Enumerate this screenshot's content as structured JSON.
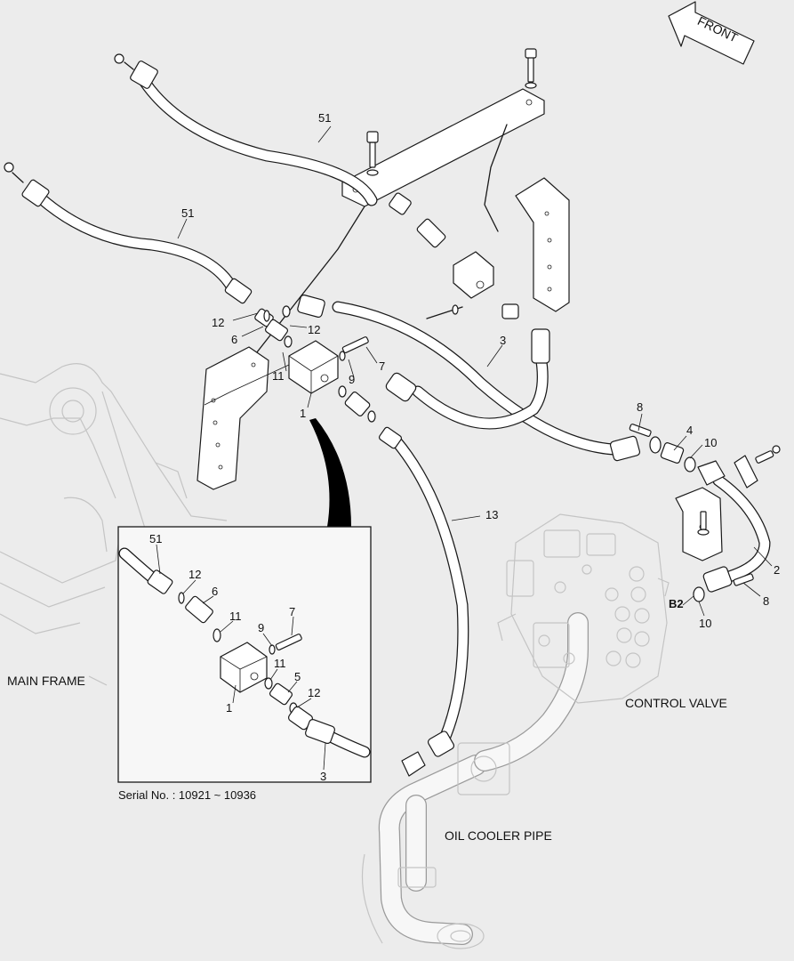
{
  "front_arrow": {
    "label": "FRONT"
  },
  "labels": {
    "main_frame": "MAIN FRAME",
    "control_valve": "CONTROL VALVE",
    "oil_cooler_pipe": "OIL COOLER PIPE",
    "serial_no": "Serial No. : 10921 ~ 10936"
  },
  "callouts": {
    "hose_51_upper": "51",
    "hose_51_lower": "51",
    "oring_12_a": "12",
    "fitting_6": "6",
    "oring_12_b": "12",
    "oring_11": "11",
    "washer_9": "9",
    "bolt_7": "7",
    "block_1": "1",
    "hose_3": "3",
    "bolt_8_top": "8",
    "flange_4": "4",
    "oring_10_top": "10",
    "pipe_2": "2",
    "bolt_8_bottom": "8",
    "oring_10_bottom": "10",
    "port_b2": "B2",
    "hose_13": "13"
  },
  "inset_callouts": {
    "hose_51": "51",
    "oring_12_top": "12",
    "fitting_6": "6",
    "oring_11_top": "11",
    "washer_9": "9",
    "bolt_7": "7",
    "oring_11_bottom": "11",
    "fitting_5": "5",
    "oring_12_bottom": "12",
    "block_1": "1",
    "hose_3": "3"
  }
}
